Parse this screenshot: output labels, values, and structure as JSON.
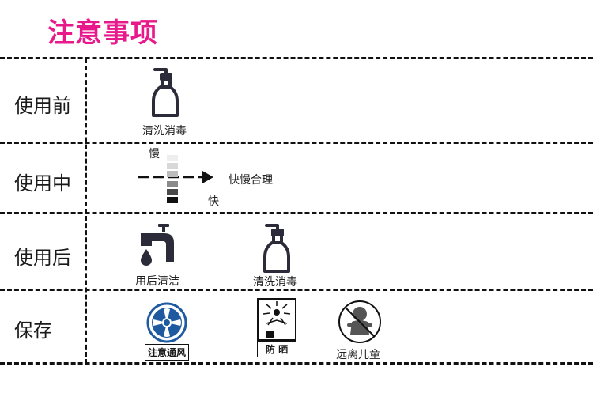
{
  "title": "注意事项",
  "colors": {
    "title": "#e8198b",
    "icon_dark": "#2b2b3a",
    "icon_blue": "#1f5aa0",
    "footer_line": "#c7379c"
  },
  "rows": {
    "before": {
      "label": "使用前",
      "icon": "sanitizer-bottle-icon",
      "caption": "清洗消毒"
    },
    "during": {
      "label": "使用中",
      "icon": "speed-scale-icon",
      "slow": "慢",
      "fast": "快",
      "caption": "快慢合理"
    },
    "after": {
      "label": "使用后",
      "items": [
        {
          "icon": "faucet-icon",
          "caption": "用后清洁"
        },
        {
          "icon": "sanitizer-bottle-icon",
          "caption": "清洗消毒"
        }
      ]
    },
    "storage": {
      "label": "保存",
      "items": [
        {
          "icon": "ventilation-fan-icon",
          "caption": "注意通风"
        },
        {
          "icon": "sun-protection-icon",
          "caption": "防 晒"
        },
        {
          "icon": "no-children-icon",
          "caption": "远离儿童"
        }
      ]
    }
  }
}
